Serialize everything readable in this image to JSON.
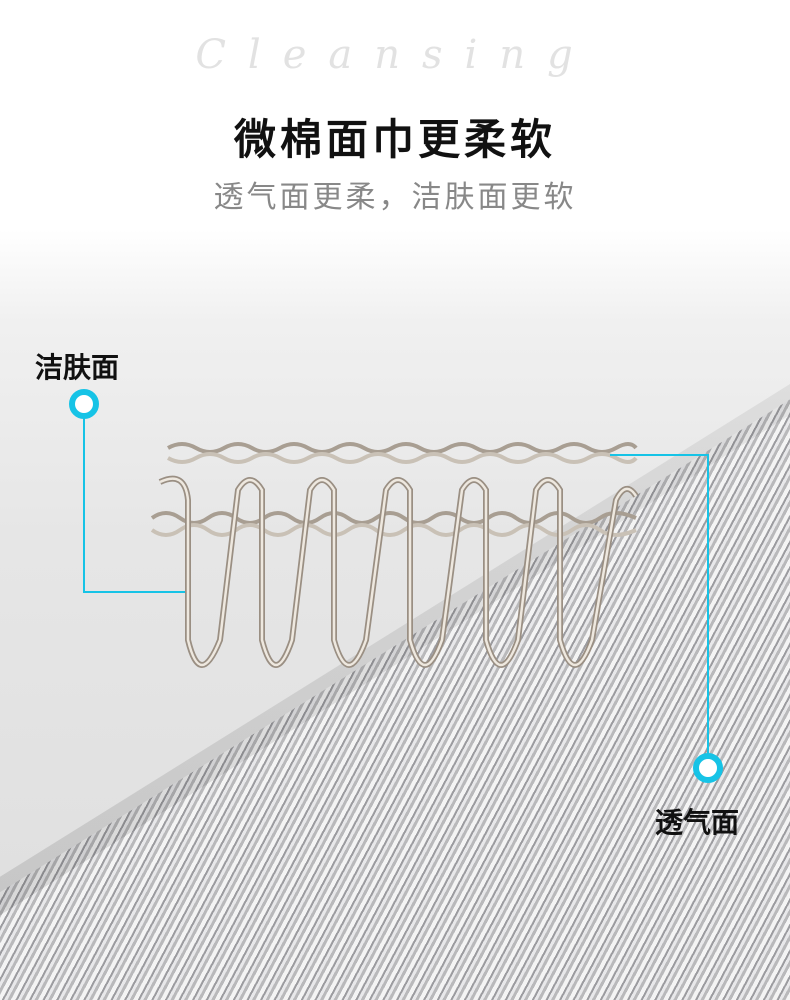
{
  "header": {
    "script_word": "Cleansing",
    "title": "微棉面巾更柔软",
    "subtitle": "透气面更柔，洁肤面更软"
  },
  "callouts": {
    "left_label": "洁肤面",
    "right_label": "透气面",
    "accent_color": "#16c3e6"
  }
}
